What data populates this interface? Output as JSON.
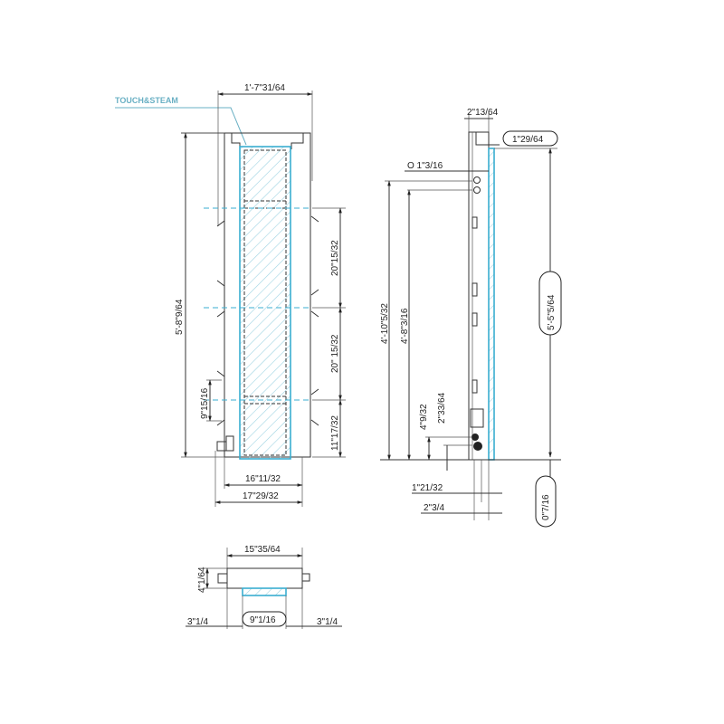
{
  "drawing": {
    "callout_label": "TOUCH&STEAM",
    "colors": {
      "accent": "#3aaed0",
      "callout": "#6ab0c4",
      "line": "#333333"
    },
    "front_view": {
      "top_width": "1'-7\"31/64",
      "overall_height": "5'-8\"9/64",
      "spacing_upper": "20\"15/32",
      "spacing_middle": "20\" 15/32",
      "spacing_lower": "11\"17/32",
      "bracket_height": "9\"15/16",
      "inner_width": "16\"11/32",
      "outer_width": "17\"29/32"
    },
    "side_view": {
      "top_depth": "2\"13/64",
      "glass_offset": "1\"29/64",
      "pipe_diameter": "O 1\"3/16",
      "height_upper_pipe": "4'-10\"5/32",
      "height_lower_pipe": "4'-8\"3/16",
      "glass_height": "5'-5\"5/64",
      "bottom_pipe_height": "4\"9/32",
      "bottom_pipe_height2": "2\"33/64",
      "bottom_depth1": "1\"21/32",
      "bottom_depth2": "2\"3/4",
      "floor_gap": "0\"7/16"
    },
    "top_view": {
      "width": "15\"35/64",
      "depth": "4\"1/64",
      "glass_width": "9\"1/16",
      "left_offset": "3\"1/4",
      "right_offset": "3\"1/4"
    }
  }
}
